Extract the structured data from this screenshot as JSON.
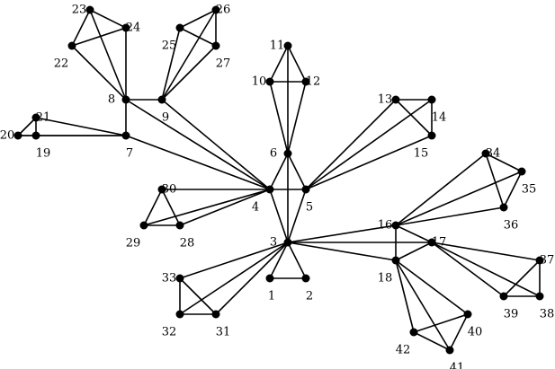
{
  "diagram": {
    "colors": {
      "edge": "#000000",
      "node": "#000000",
      "background": "#ffffff"
    },
    "nodes": [
      {
        "id": "1",
        "label": "1"
      },
      {
        "id": "2",
        "label": "2"
      },
      {
        "id": "3",
        "label": "3"
      },
      {
        "id": "4",
        "label": "4"
      },
      {
        "id": "5",
        "label": "5"
      },
      {
        "id": "6",
        "label": "6"
      },
      {
        "id": "7",
        "label": "7"
      },
      {
        "id": "8",
        "label": "8"
      },
      {
        "id": "9",
        "label": "9"
      },
      {
        "id": "10",
        "label": "10"
      },
      {
        "id": "11",
        "label": "11"
      },
      {
        "id": "12",
        "label": "12"
      },
      {
        "id": "13",
        "label": "13"
      },
      {
        "id": "14",
        "label": "14"
      },
      {
        "id": "15",
        "label": "15"
      },
      {
        "id": "16",
        "label": "16"
      },
      {
        "id": "17",
        "label": "17"
      },
      {
        "id": "18",
        "label": "18"
      },
      {
        "id": "19",
        "label": "19"
      },
      {
        "id": "20",
        "label": "20"
      },
      {
        "id": "21",
        "label": "21"
      },
      {
        "id": "22",
        "label": "22"
      },
      {
        "id": "23",
        "label": "23"
      },
      {
        "id": "24",
        "label": "24"
      },
      {
        "id": "25",
        "label": "25"
      },
      {
        "id": "26",
        "label": "26"
      },
      {
        "id": "27",
        "label": "27"
      },
      {
        "id": "28",
        "label": "28"
      },
      {
        "id": "29",
        "label": "29"
      },
      {
        "id": "30",
        "label": "30"
      },
      {
        "id": "31",
        "label": "31"
      },
      {
        "id": "32",
        "label": "32"
      },
      {
        "id": "33",
        "label": "33"
      },
      {
        "id": "34",
        "label": "34"
      },
      {
        "id": "35",
        "label": "35"
      },
      {
        "id": "36",
        "label": "36"
      },
      {
        "id": "37",
        "label": "37"
      },
      {
        "id": "38",
        "label": "38"
      },
      {
        "id": "39",
        "label": "39"
      },
      {
        "id": "40",
        "label": "40"
      },
      {
        "id": "41",
        "label": "41"
      },
      {
        "id": "42",
        "label": "42"
      }
    ],
    "edges": [
      [
        "1",
        "2"
      ],
      [
        "1",
        "3"
      ],
      [
        "2",
        "3"
      ],
      [
        "3",
        "4"
      ],
      [
        "3",
        "5"
      ],
      [
        "3",
        "6"
      ],
      [
        "3",
        "16"
      ],
      [
        "3",
        "17"
      ],
      [
        "3",
        "18"
      ],
      [
        "3",
        "31"
      ],
      [
        "3",
        "32"
      ],
      [
        "3",
        "33"
      ],
      [
        "4",
        "5"
      ],
      [
        "4",
        "6"
      ],
      [
        "5",
        "6"
      ],
      [
        "4",
        "7"
      ],
      [
        "4",
        "8"
      ],
      [
        "4",
        "9"
      ],
      [
        "4",
        "28"
      ],
      [
        "4",
        "29"
      ],
      [
        "4",
        "30"
      ],
      [
        "5",
        "13"
      ],
      [
        "5",
        "14"
      ],
      [
        "5",
        "15"
      ],
      [
        "6",
        "10"
      ],
      [
        "6",
        "11"
      ],
      [
        "6",
        "12"
      ],
      [
        "7",
        "8"
      ],
      [
        "8",
        "9"
      ],
      [
        "7",
        "19"
      ],
      [
        "7",
        "20"
      ],
      [
        "7",
        "21"
      ],
      [
        "19",
        "20"
      ],
      [
        "19",
        "21"
      ],
      [
        "20",
        "21"
      ],
      [
        "8",
        "22"
      ],
      [
        "8",
        "23"
      ],
      [
        "8",
        "24"
      ],
      [
        "22",
        "23"
      ],
      [
        "22",
        "24"
      ],
      [
        "23",
        "24"
      ],
      [
        "9",
        "25"
      ],
      [
        "9",
        "26"
      ],
      [
        "9",
        "27"
      ],
      [
        "25",
        "26"
      ],
      [
        "25",
        "27"
      ],
      [
        "26",
        "27"
      ],
      [
        "10",
        "11"
      ],
      [
        "10",
        "12"
      ],
      [
        "11",
        "12"
      ],
      [
        "13",
        "14"
      ],
      [
        "13",
        "15"
      ],
      [
        "14",
        "15"
      ],
      [
        "16",
        "17"
      ],
      [
        "16",
        "18"
      ],
      [
        "17",
        "18"
      ],
      [
        "16",
        "34"
      ],
      [
        "16",
        "35"
      ],
      [
        "16",
        "36"
      ],
      [
        "34",
        "35"
      ],
      [
        "34",
        "36"
      ],
      [
        "35",
        "36"
      ],
      [
        "17",
        "37"
      ],
      [
        "17",
        "38"
      ],
      [
        "17",
        "39"
      ],
      [
        "37",
        "38"
      ],
      [
        "37",
        "39"
      ],
      [
        "38",
        "39"
      ],
      [
        "18",
        "40"
      ],
      [
        "18",
        "41"
      ],
      [
        "18",
        "42"
      ],
      [
        "40",
        "41"
      ],
      [
        "40",
        "42"
      ],
      [
        "41",
        "42"
      ],
      [
        "28",
        "29"
      ],
      [
        "28",
        "30"
      ],
      [
        "29",
        "30"
      ],
      [
        "31",
        "32"
      ],
      [
        "31",
        "33"
      ],
      [
        "32",
        "33"
      ]
    ]
  }
}
